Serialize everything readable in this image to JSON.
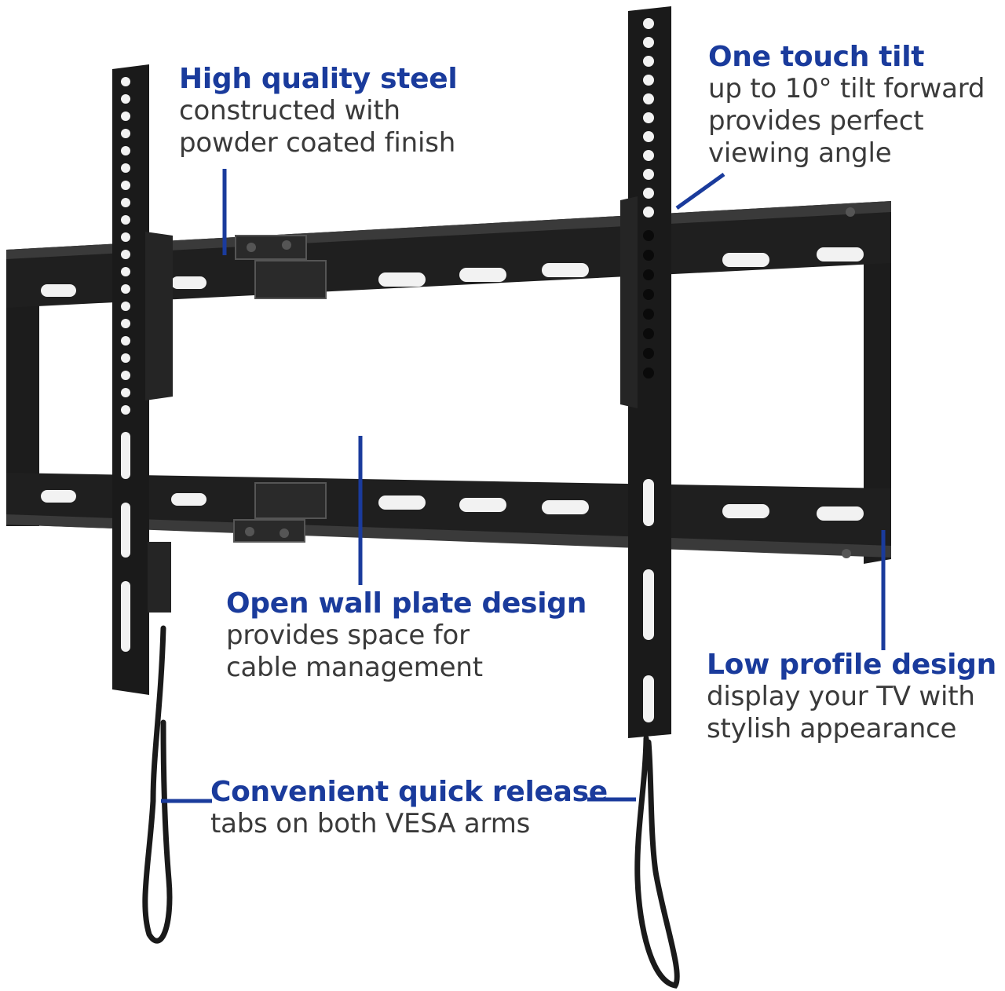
{
  "accent_color": "#1a3b9c",
  "callouts": {
    "steel": {
      "title": "High quality steel",
      "lines": [
        "constructed with",
        "powder coated finish"
      ]
    },
    "tilt": {
      "title": "One touch tilt",
      "lines": [
        "up to 10° tilt forward",
        "provides perfect",
        "viewing angle"
      ]
    },
    "open_plate": {
      "title": "Open wall plate design",
      "lines": [
        "provides space for",
        "cable management"
      ]
    },
    "low_profile": {
      "title": "Low profile design",
      "lines": [
        "display your TV with",
        "stylish appearance"
      ]
    },
    "quick_release": {
      "title": "Convenient quick release",
      "lines": [
        "tabs on both VESA arms"
      ]
    }
  }
}
